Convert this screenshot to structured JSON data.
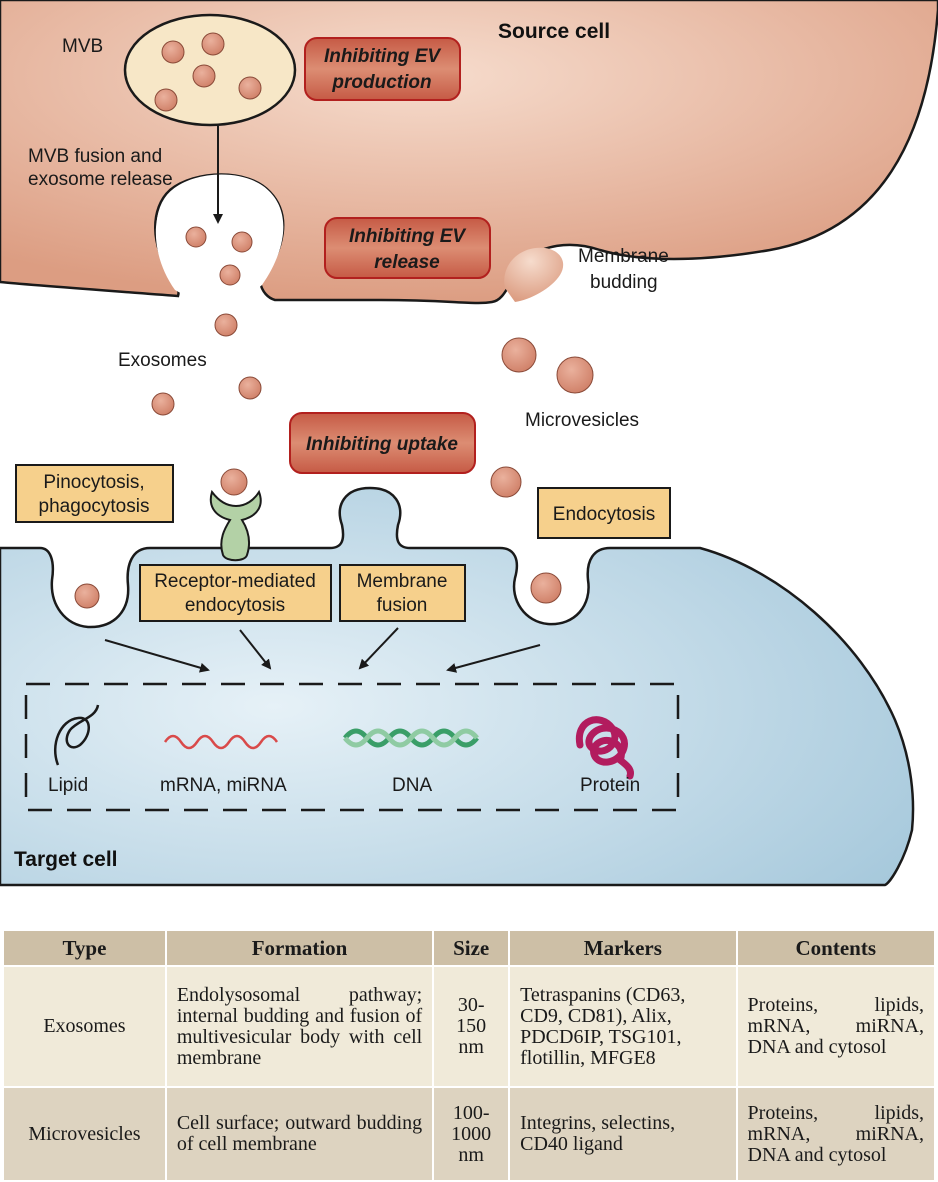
{
  "labels": {
    "source_cell": "Source cell",
    "mvb": "MVB",
    "mvb_fusion_1": "MVB fusion and",
    "mvb_fusion_2": "exosome release",
    "membrane_budding_1": "Membrane",
    "membrane_budding_2": "budding",
    "exosomes": "Exosomes",
    "microvesicles": "Microvesicles",
    "target_cell": "Target cell",
    "lipid": "Lipid",
    "rna": "mRNA, miRNA",
    "dna": "DNA",
    "protein": "Protein"
  },
  "inhibitors": {
    "production_1": "Inhibiting EV",
    "production_2": "production",
    "release_1": "Inhibiting EV",
    "release_2": "release",
    "uptake": "Inhibiting uptake"
  },
  "uptake_boxes": {
    "pino_1": "Pinocytosis,",
    "pino_2": "phagocytosis",
    "receptor_1": "Receptor-mediated",
    "receptor_2": "endocytosis",
    "fusion_1": "Membrane",
    "fusion_2": "fusion",
    "endocytosis": "Endocytosis"
  },
  "colors": {
    "source_cell": "#dc9d82",
    "target_cell": "#b6d4e3",
    "vesicle": "#d78c75",
    "inhibitor_box": "#c9553f",
    "uptake_box": "#f6d08c",
    "receptor": "#b3d1a6",
    "lipid": "#1a1a1a",
    "rna": "#d94a4a",
    "dna": "#3a9e68",
    "protein": "#b21c5e"
  },
  "table": {
    "headers": [
      "Type",
      "Formation",
      "Size",
      "Markers",
      "Contents"
    ],
    "rows": [
      {
        "type": "Exosomes",
        "formation": "Endolysosomal pathway; internal budding and fusion of multivesicular body with cell membrane",
        "size": "30-150 nm",
        "markers": "Tetraspanins (CD63, CD9, CD81), Alix, PDCD6IP, TSG101, flotillin, MFGE8",
        "contents": "Proteins, lipids, mRNA, miRNA, DNA and cytosol"
      },
      {
        "type": "Microvesicles",
        "formation": "Cell surface; outward budding of cell membrane",
        "size": "100-1000 nm",
        "markers": "Integrins, selectins, CD40 ligand",
        "contents": "Proteins, lipids, mRNA, miRNA, DNA and cytosol"
      }
    ]
  }
}
